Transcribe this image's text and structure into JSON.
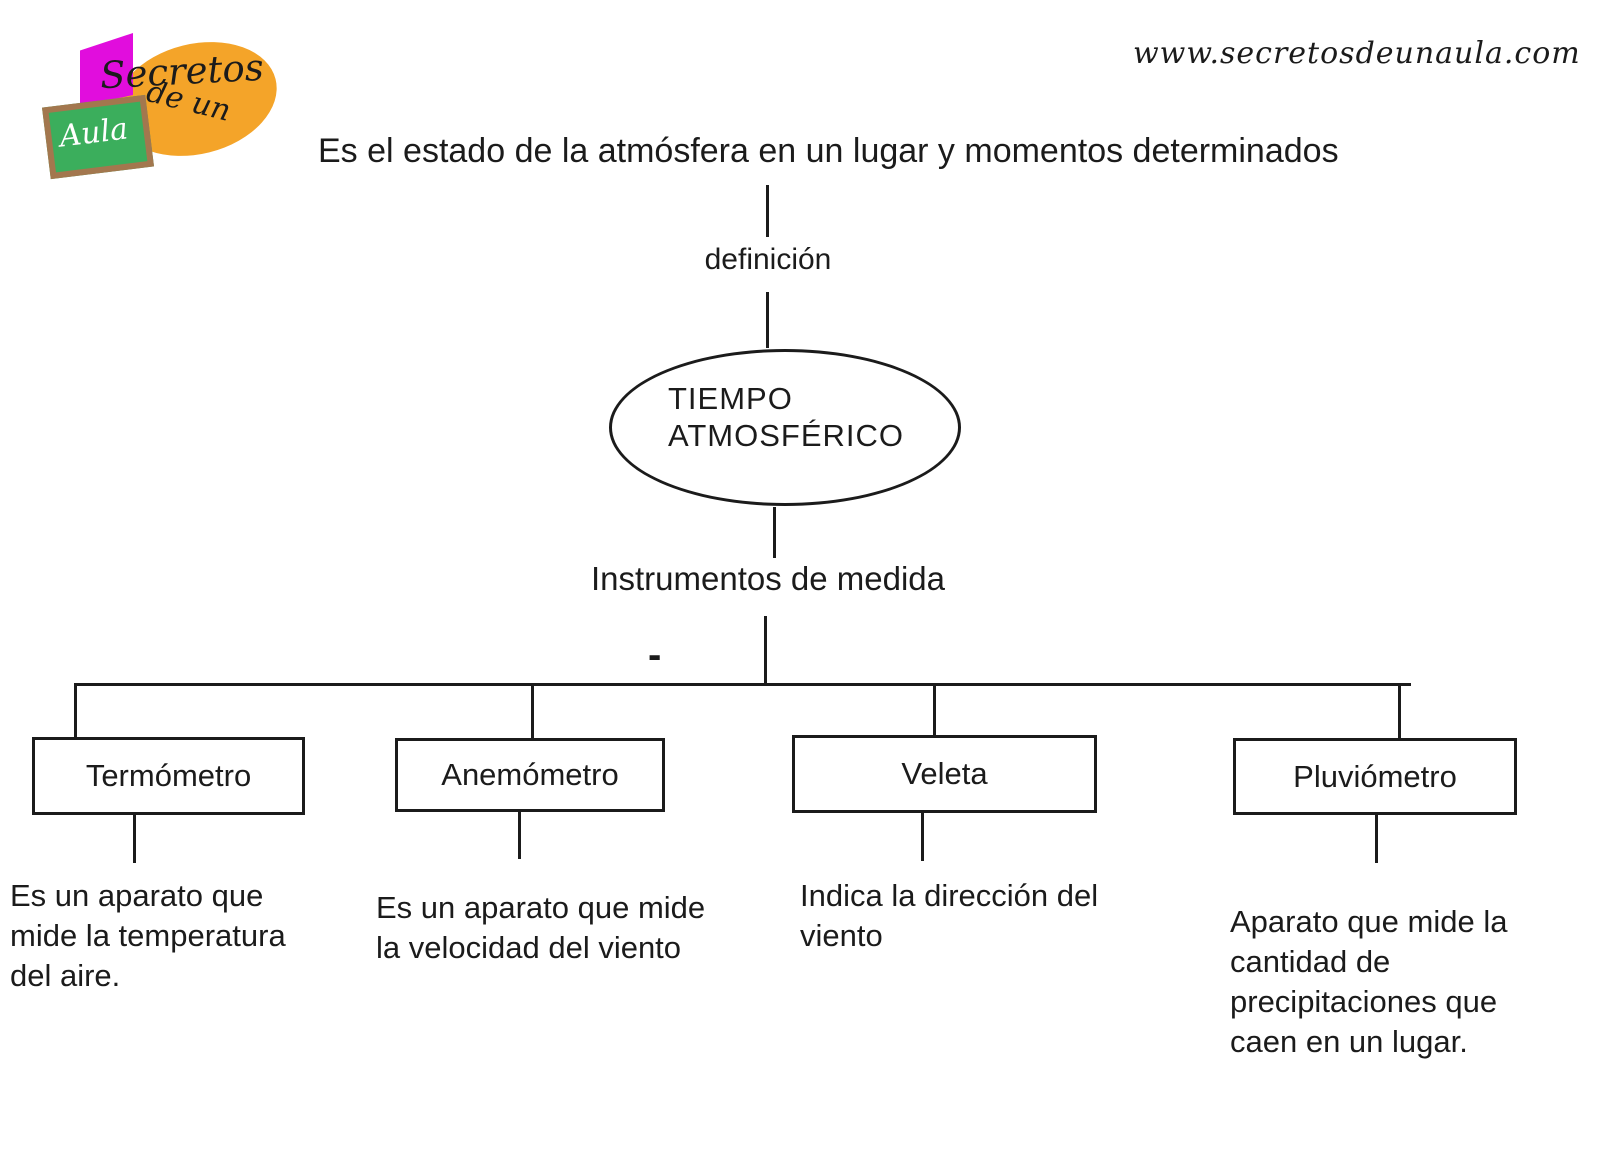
{
  "header": {
    "website": "www.secretosdeunaula.com",
    "logo": {
      "word_secretos": "Secretos",
      "word_de_un": "de un",
      "word_aula": "Aula",
      "colors": {
        "magenta": "#e10ddd",
        "orange": "#f4a429",
        "board_green": "#3bae5c",
        "frame_brown": "#a3774e",
        "ink": "#1b1b1b"
      }
    }
  },
  "concept_map": {
    "definition_text": "Es el estado de la atmósfera en un lugar y momentos determinados",
    "definition_label": "definición",
    "root_node": {
      "line1": "TIEMPO",
      "line2": "ATMOSFÉRICO"
    },
    "branch_label": "Instrumentos de medida",
    "stray_dash": "-",
    "instruments": [
      {
        "name": "Termómetro",
        "description": "Es un aparato que mide la temperatura del aire."
      },
      {
        "name": "Anemómetro",
        "description": "Es un aparato que mide la velocidad del viento"
      },
      {
        "name": "Veleta",
        "description": "Indica la dirección del viento"
      },
      {
        "name": "Pluviómetro",
        "description": "Aparato que mide la cantidad de precipitaciones que caen en un lugar."
      }
    ]
  }
}
